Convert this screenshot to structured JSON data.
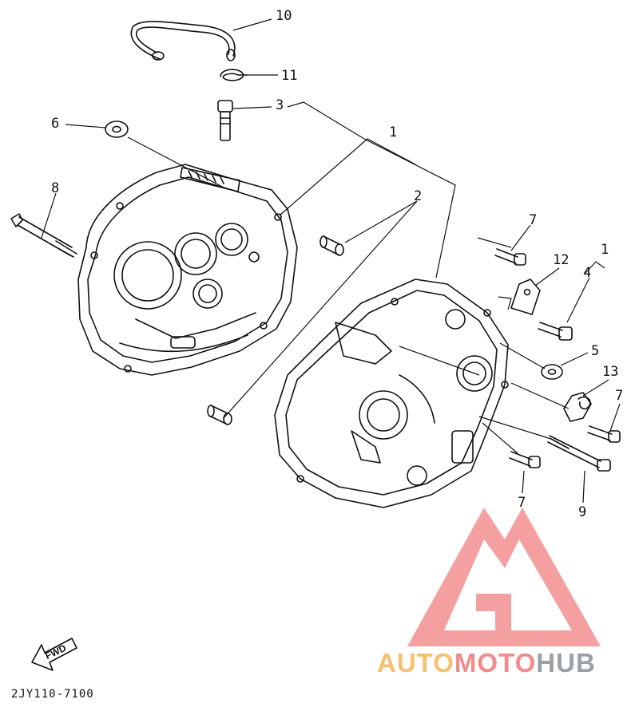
{
  "diagram": {
    "part_code": "2JY110-7100",
    "fwd_label": "FWD",
    "callouts": [
      {
        "id": "c10",
        "text": "10"
      },
      {
        "id": "c11",
        "text": "11"
      },
      {
        "id": "c3",
        "text": "3"
      },
      {
        "id": "c6",
        "text": "6"
      },
      {
        "id": "c1a",
        "text": "1"
      },
      {
        "id": "c8",
        "text": "8"
      },
      {
        "id": "c2",
        "text": "2"
      },
      {
        "id": "c7a",
        "text": "7"
      },
      {
        "id": "c12",
        "text": "12"
      },
      {
        "id": "c1b",
        "text": "1"
      },
      {
        "id": "c4",
        "text": "4"
      },
      {
        "id": "c5",
        "text": "5"
      },
      {
        "id": "c13",
        "text": "13"
      },
      {
        "id": "c7b",
        "text": "7"
      },
      {
        "id": "c9",
        "text": "9"
      },
      {
        "id": "c7c",
        "text": "7"
      }
    ]
  },
  "watermark": {
    "part1": "AUTO",
    "part2": "MOTO",
    "part3": "HUB",
    "colors": {
      "auto": "#f7c070",
      "moto": "#f28b8b",
      "hub": "#9aa0a6",
      "logo": "#f28b8b"
    }
  }
}
